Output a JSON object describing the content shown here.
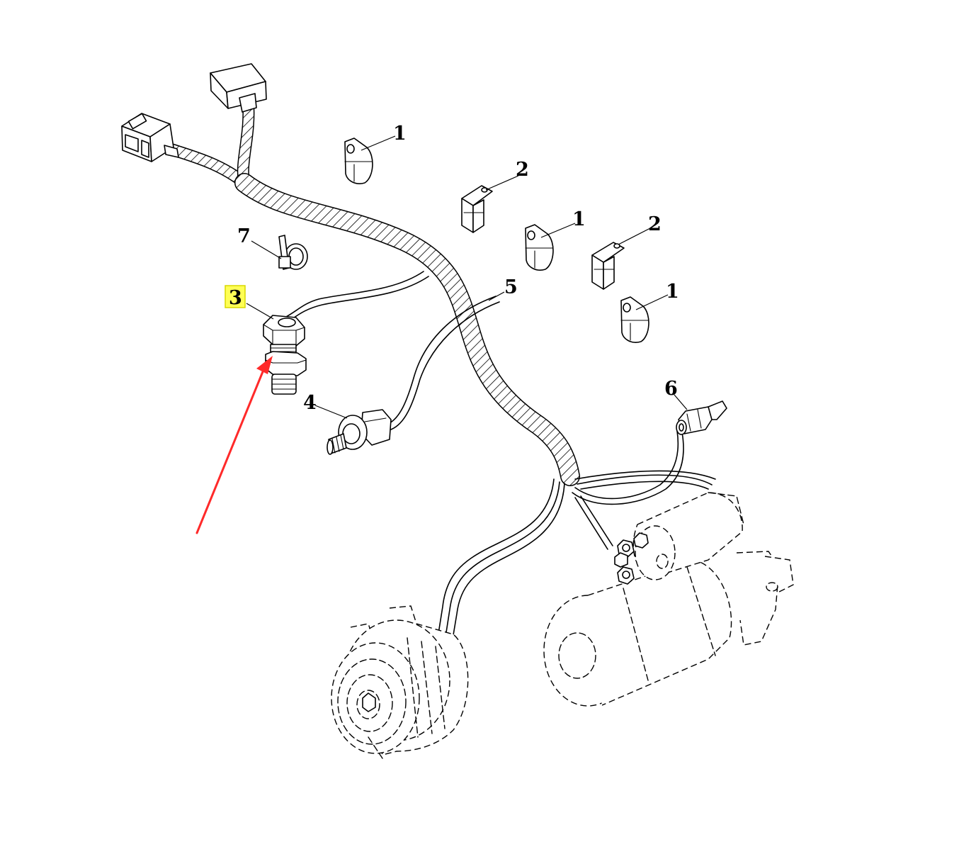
{
  "diagram": {
    "callouts": [
      {
        "id": "c1a",
        "label": "1"
      },
      {
        "id": "c2a",
        "label": "2"
      },
      {
        "id": "c1b",
        "label": "1"
      },
      {
        "id": "c2b",
        "label": "2"
      },
      {
        "id": "c1c",
        "label": "1"
      },
      {
        "id": "c7",
        "label": "7"
      },
      {
        "id": "c5",
        "label": "5"
      },
      {
        "id": "c3",
        "label": "3"
      },
      {
        "id": "c4",
        "label": "4"
      },
      {
        "id": "c6",
        "label": "6"
      }
    ],
    "highlighted_callout": "3",
    "colors": {
      "highlight": "#ffff55",
      "highlight_border": "#d8d800",
      "arrow": "#ff2a2a",
      "ink": "#000000"
    }
  }
}
